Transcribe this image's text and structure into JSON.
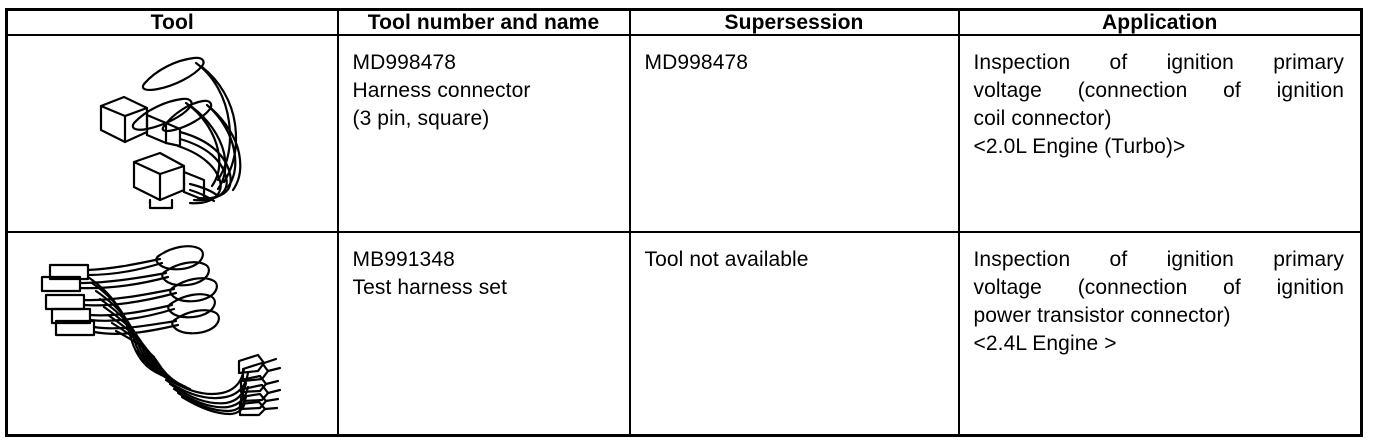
{
  "table": {
    "headers": [
      {
        "key": "tool",
        "label": "Tool"
      },
      {
        "key": "number_name",
        "label": "Tool number and name"
      },
      {
        "key": "supersession",
        "label": "Supersession"
      },
      {
        "key": "application",
        "label": "Application"
      }
    ],
    "rows": [
      {
        "figure": "harness-connector-3pin-square-illustration",
        "number_name": {
          "line1": "MD998478",
          "line2": "Harness connector",
          "line3": "(3 pin, square)"
        },
        "supersession": "MD998478",
        "application": {
          "justified_line1": "Inspection of ignition primary",
          "justified_line2": "voltage (connection of ignition",
          "line3": "coil connector)",
          "line4": "<2.0L Engine (Turbo)>"
        }
      },
      {
        "figure": "test-harness-set-illustration",
        "number_name": {
          "line1": "MB991348",
          "line2": "Test harness set",
          "line3": ""
        },
        "supersession": "Tool not available",
        "application": {
          "justified_line1": "Inspection of ignition primary",
          "justified_line2": "voltage (connection of ignition",
          "line3": "power transistor connector)",
          "line4": "<2.4L Engine >"
        }
      }
    ]
  },
  "colors": {
    "ink": "#000000",
    "paper": "#ffffff"
  }
}
